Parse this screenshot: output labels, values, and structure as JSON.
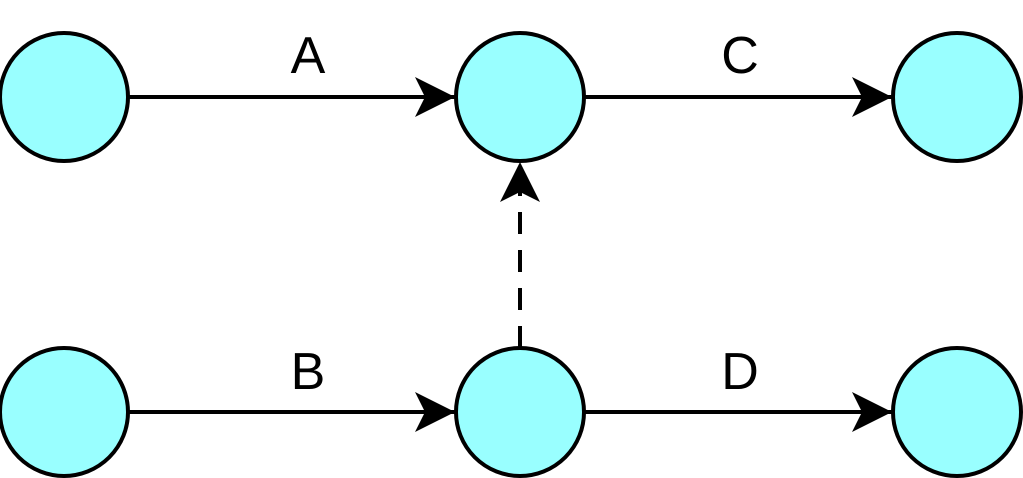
{
  "colors": {
    "node_fill": "#99ffff",
    "stroke": "#000000",
    "background": "#ffffff"
  },
  "nodes": [
    {
      "id": "n1"
    },
    {
      "id": "n2"
    },
    {
      "id": "n3"
    },
    {
      "id": "n4"
    },
    {
      "id": "n5"
    },
    {
      "id": "n6"
    }
  ],
  "edges": [
    {
      "id": "e-a",
      "label": "A",
      "from": "n1",
      "to": "n2",
      "style": "solid"
    },
    {
      "id": "e-c",
      "label": "C",
      "from": "n2",
      "to": "n3",
      "style": "solid"
    },
    {
      "id": "e-b",
      "label": "B",
      "from": "n4",
      "to": "n5",
      "style": "solid"
    },
    {
      "id": "e-d",
      "label": "D",
      "from": "n5",
      "to": "n6",
      "style": "solid"
    },
    {
      "id": "e-dummy",
      "label": "",
      "from": "n5",
      "to": "n2",
      "style": "dashed"
    }
  ]
}
